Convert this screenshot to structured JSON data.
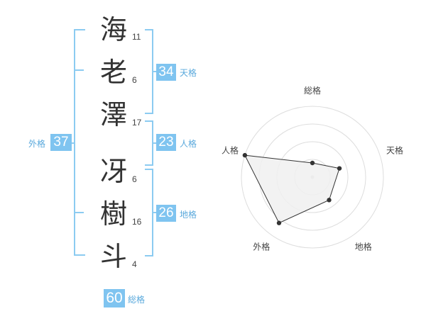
{
  "name": {
    "characters": [
      {
        "char": "海",
        "strokes": "11"
      },
      {
        "char": "老",
        "strokes": "6"
      },
      {
        "char": "澤",
        "strokes": "17"
      },
      {
        "char": "冴",
        "strokes": "6"
      },
      {
        "char": "樹",
        "strokes": "16"
      },
      {
        "char": "斗",
        "strokes": "4"
      }
    ]
  },
  "fortune": {
    "tenkaku": {
      "value": "34",
      "label": "天格"
    },
    "jinkaku": {
      "value": "23",
      "label": "人格"
    },
    "chikaku": {
      "value": "26",
      "label": "地格"
    },
    "gaikaku": {
      "value": "37",
      "label": "外格"
    },
    "soukaku": {
      "value": "60",
      "label": "総格"
    }
  },
  "colors": {
    "accent": "#7fc4f0",
    "bracket": "#8ccbf1",
    "label": "#5aa9dc",
    "radar_fill": "#f0f0f0",
    "radar_stroke": "#333333",
    "ring": "#dddddd"
  },
  "chart_data": {
    "type": "radar",
    "axes": [
      "総格",
      "天格",
      "地格",
      "外格",
      "人格"
    ],
    "values": [
      1,
      2,
      2,
      4,
      5
    ],
    "max": 5,
    "rings": 4
  }
}
